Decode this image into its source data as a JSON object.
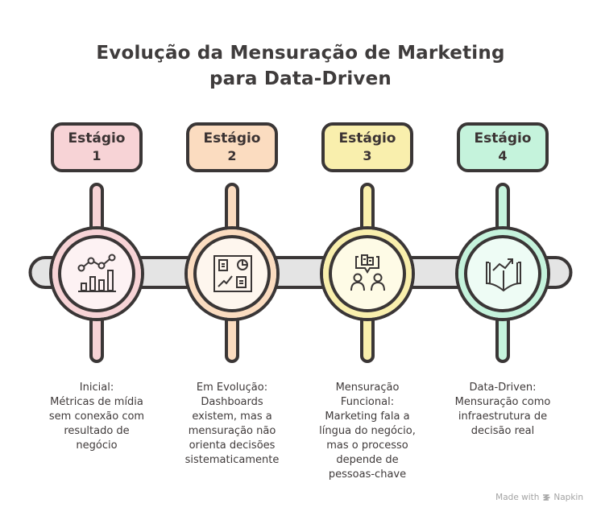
{
  "title": {
    "line1": "Evolução da Mensuração de Marketing",
    "line2": "para Data-Driven"
  },
  "stages": [
    {
      "label": "Estágio",
      "number": "1",
      "color": "#f7d3d6",
      "icon": "chart-growth-icon",
      "description_lines": [
        "Inicial:",
        "Métricas de mídia",
        "sem conexão com",
        "resultado de",
        "negócio"
      ]
    },
    {
      "label": "Estágio",
      "number": "2",
      "color": "#fbdcc0",
      "icon": "dashboard-icon",
      "description_lines": [
        "Em Evolução:",
        "Dashboards",
        "existem, mas a",
        "mensuração não",
        "orienta decisões",
        "sistematicamente"
      ]
    },
    {
      "label": "Estágio",
      "number": "3",
      "color": "#f9efad",
      "icon": "people-discussion-icon",
      "description_lines": [
        "Mensuração",
        "Funcional:",
        "Marketing fala a",
        "língua do negócio,",
        "mas o processo",
        "depende de",
        "pessoas-chave"
      ]
    },
    {
      "label": "Estágio",
      "number": "4",
      "color": "#c5f3dc",
      "icon": "book-growth-icon",
      "description_lines": [
        "Data-Driven:",
        "Mensuração como",
        "infraestrutura de",
        "decisão real"
      ]
    }
  ],
  "colors": {
    "outline": "#3a3636",
    "bar_fill": "#e4e4e4"
  },
  "footer": {
    "made_with": "Made with",
    "brand": "Napkin"
  }
}
